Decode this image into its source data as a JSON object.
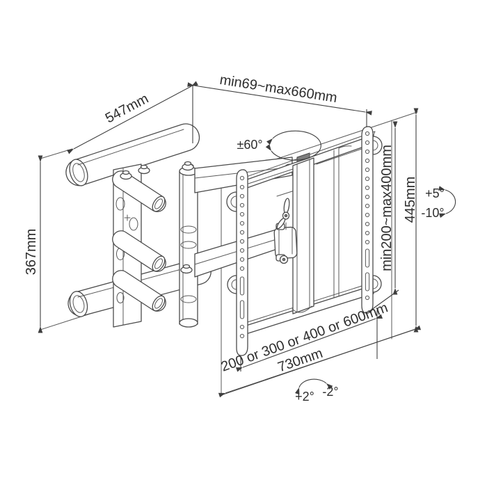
{
  "drawing": {
    "title": "TV wall mount bracket technical drawing",
    "labels": {
      "bar_width": "547mm",
      "extension_range": "min69~max660mm",
      "swivel_range": "±60°",
      "wall_height": "367mm",
      "vesa_vertical_range": "min200~max400mm",
      "bracket_height": "445mm",
      "tilt_up": "+5°",
      "tilt_down": "-10°",
      "vesa_width_options": "200 or 300 or 400 or 600mm",
      "bracket_width": "730mm",
      "level_adjust_cw": "+2°",
      "level_adjust_ccw": "-2°"
    },
    "colors": {
      "background": "#ffffff",
      "line": "#4a4a4a",
      "text": "#2e2e2e"
    }
  }
}
